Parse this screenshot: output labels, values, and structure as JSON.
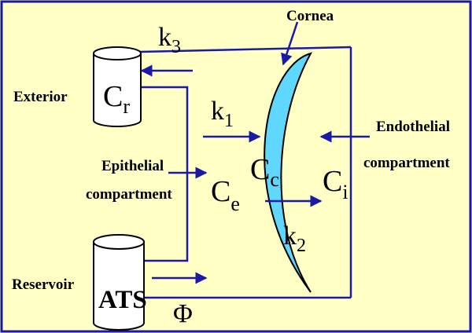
{
  "labels": {
    "cornea": "Cornea",
    "exterior": "Exterior",
    "reservoir": "Reservoir",
    "epithelial_line1": "Epithelial",
    "epithelial_line2": "compartment",
    "endothelial_line1": "Endothelial",
    "endothelial_line2": "compartment",
    "k3": "k",
    "k3_sub": "3",
    "k1": "k",
    "k1_sub": "1",
    "k2": "k",
    "k2_sub": "2",
    "cr": "C",
    "cr_sub": "r",
    "cc": "C",
    "cc_sub": "c",
    "ce": "C",
    "ce_sub": "e",
    "ci": "C",
    "ci_sub": "i",
    "ats": "ATS",
    "phi": "Φ"
  },
  "colors": {
    "background": "#ffffc6",
    "arrow": "#1a1aa6",
    "cornea_fill": "#5fd7ff",
    "cylinder_fill": "#ffffff",
    "border": "#1a1aa6"
  }
}
